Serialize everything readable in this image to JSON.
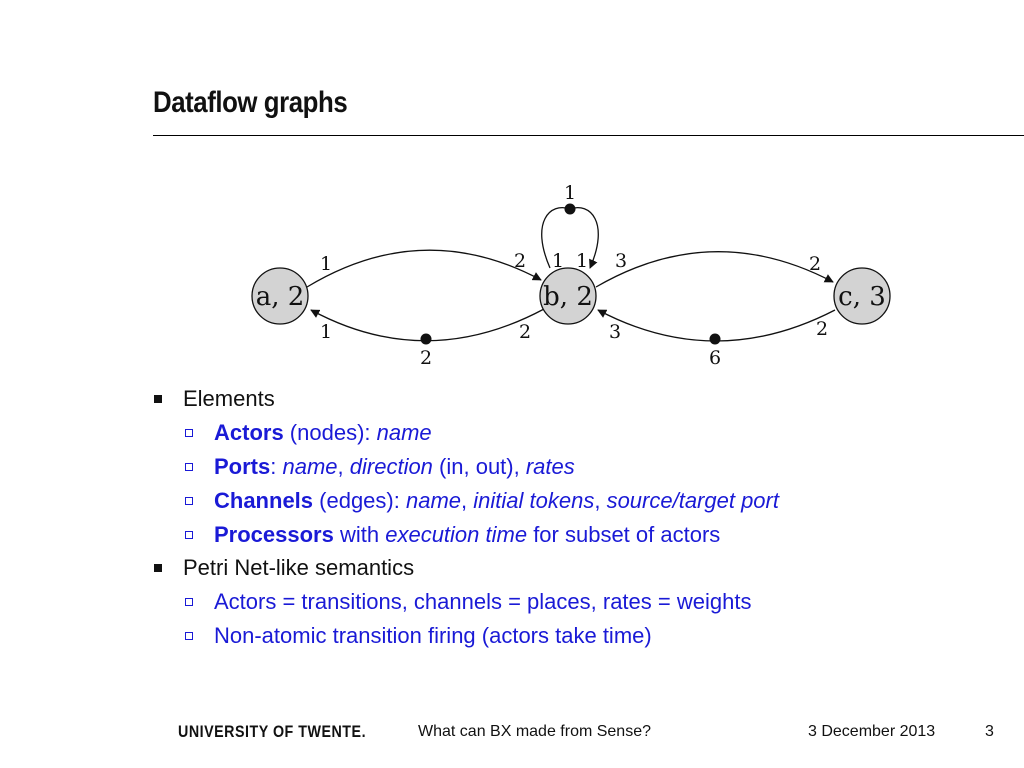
{
  "slide": {
    "title": "Dataflow graphs"
  },
  "diagram": {
    "nodes": [
      {
        "id": "a",
        "label": "a, 2"
      },
      {
        "id": "b",
        "label": "b, 2"
      },
      {
        "id": "c",
        "label": "c, 3"
      }
    ],
    "labels": {
      "a_b_top_src": "1",
      "a_b_top_dst": "2",
      "b_a_bottom_src": "2",
      "b_a_bottom_dst": "1",
      "b_a_tokens": "2",
      "self_tokens": "1",
      "self_src": "1",
      "self_dst": "1",
      "b_c_top_src": "3",
      "b_c_top_dst": "2",
      "c_b_bottom_src": "2",
      "c_b_bottom_dst": "3",
      "c_b_tokens": "6"
    }
  },
  "bullets": {
    "elements": "Elements",
    "actors_term": "Actors",
    "actors_rest": " (nodes): ",
    "actors_em": "name",
    "ports_term": "Ports",
    "ports_colon": ": ",
    "ports_em1": "name",
    "ports_sep1": ", ",
    "ports_em2": "direction",
    "ports_mid": " (in, out), ",
    "ports_em3": "rates",
    "channels_term": "Channels",
    "channels_rest": " (edges): ",
    "channels_em1": "name",
    "channels_sep1": ", ",
    "channels_em2": "initial tokens",
    "channels_sep2": ", ",
    "channels_em3": "source/target port",
    "processors_term": "Processors",
    "processors_with": " with ",
    "processors_em": "execution time",
    "processors_rest": " for subset of actors",
    "petri": "Petri Net-like semantics",
    "petri_sub1": "Actors = transitions, channels = places, rates = weights",
    "petri_sub2": "Non-atomic transition firing (actors take time)"
  },
  "footer": {
    "university": "UNIVERSITY OF TWENTE.",
    "talk": "What can BX made from Sense?",
    "date": "3 December 2013",
    "page": "3"
  }
}
